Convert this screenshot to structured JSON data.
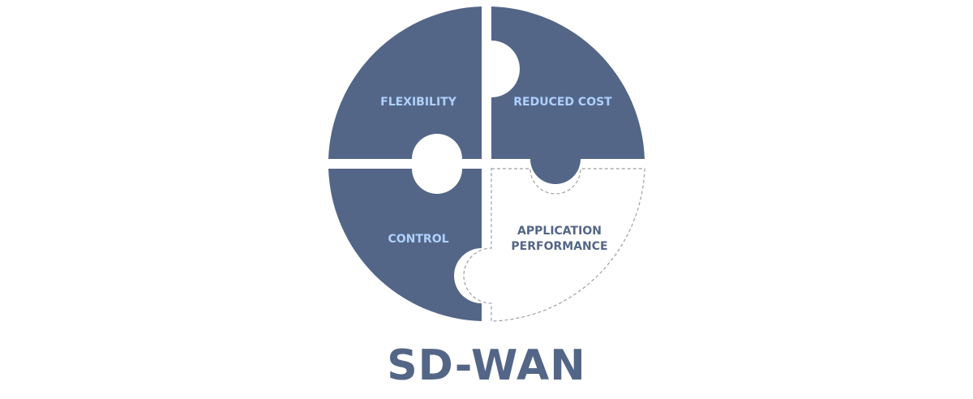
{
  "pieces": {
    "flexibility": {
      "label": "FLEXIBILITY"
    },
    "reduced_cost": {
      "label": "REDUCED COST"
    },
    "control": {
      "label": "CONTROL"
    },
    "application_performance": {
      "line1": "APPLICATION",
      "line2": "PERFORMANCE"
    }
  },
  "caption": "SD-WAN",
  "colors": {
    "piece_fill": "#546687",
    "label_on_piece": "#aed0ff",
    "label_on_empty": "#546687",
    "dashed_outline": "#9aa0a8",
    "caption": "#546687"
  }
}
